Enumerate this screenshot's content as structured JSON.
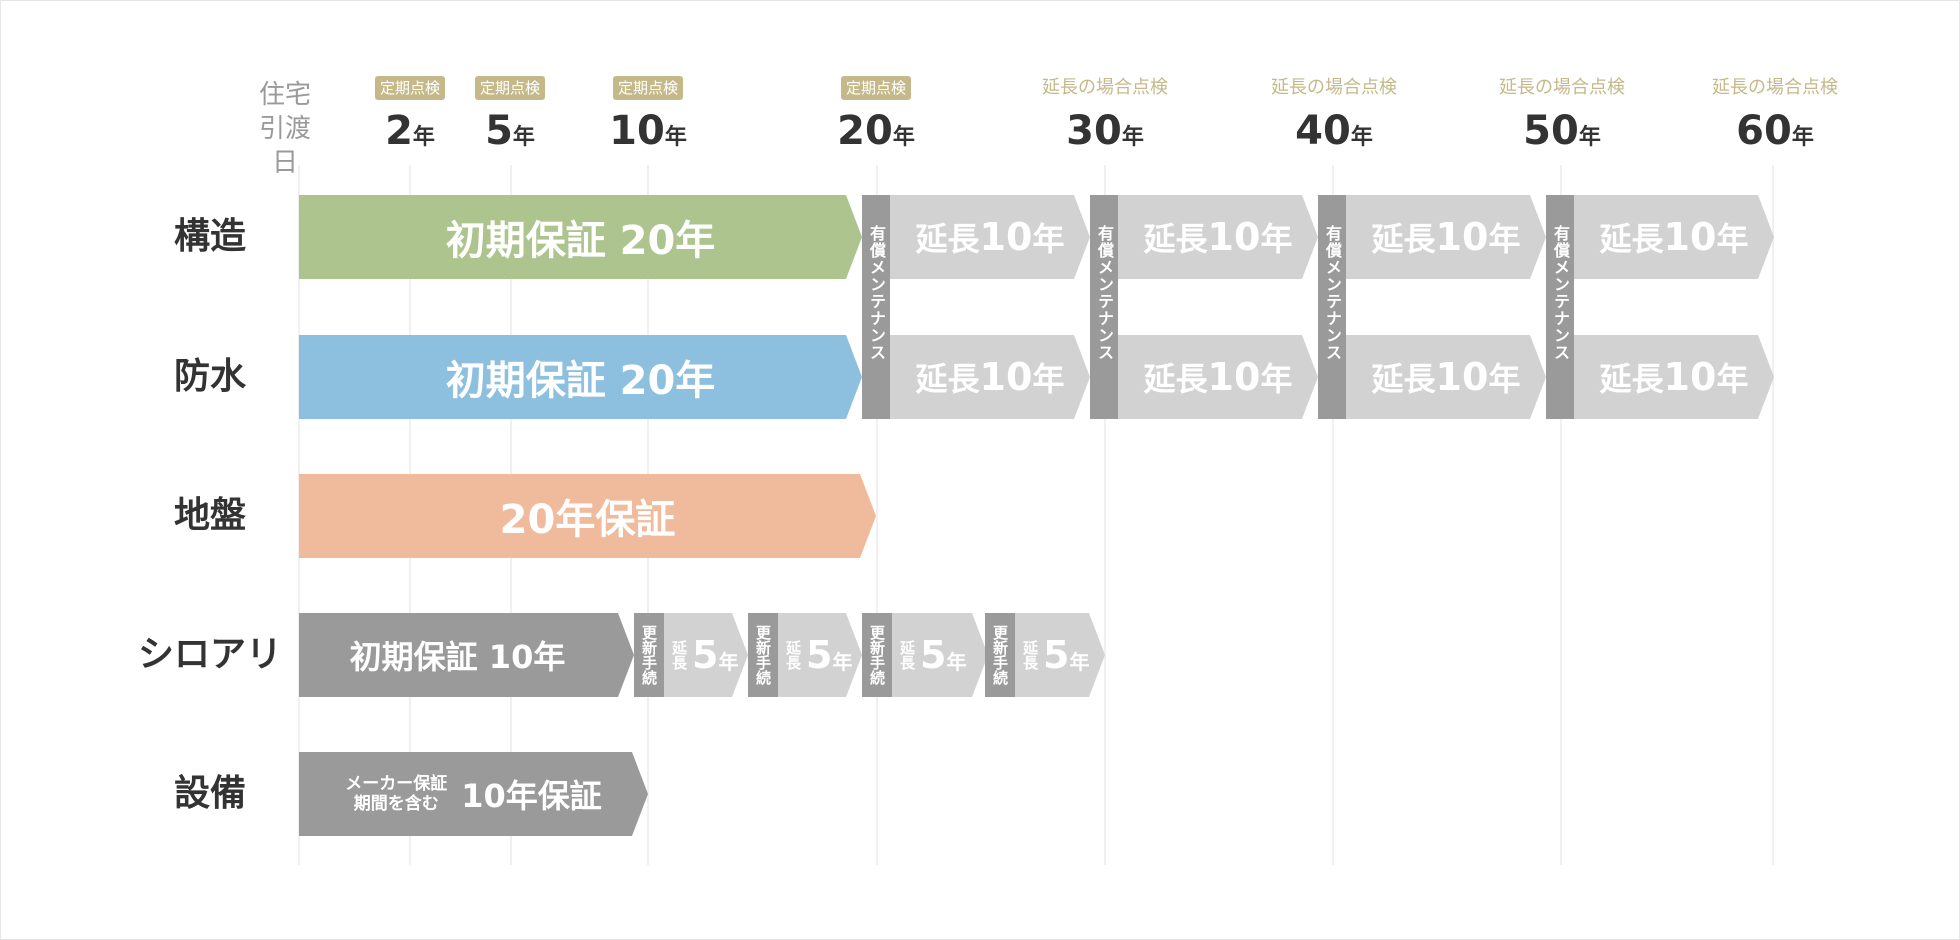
{
  "header": {
    "home_line1": "住宅",
    "home_line2": "引渡日",
    "years": [
      {
        "num": "2",
        "unit": "年",
        "tag": "定期点検",
        "kind": "tag"
      },
      {
        "num": "5",
        "unit": "年",
        "tag": "定期点検",
        "kind": "tag"
      },
      {
        "num": "10",
        "unit": "年",
        "tag": "定期点検",
        "kind": "tag"
      },
      {
        "num": "20",
        "unit": "年",
        "tag": "定期点検",
        "kind": "tag"
      },
      {
        "num": "30",
        "unit": "年",
        "tag": "延長の場合点検",
        "kind": "note"
      },
      {
        "num": "40",
        "unit": "年",
        "tag": "延長の場合点検",
        "kind": "note"
      },
      {
        "num": "50",
        "unit": "年",
        "tag": "延長の場合点検",
        "kind": "note"
      },
      {
        "num": "60",
        "unit": "年",
        "tag": "延長の場合点検",
        "kind": "note"
      }
    ]
  },
  "rows": {
    "structure": {
      "label": "構造",
      "initial": "初期保証 20年"
    },
    "waterproof": {
      "label": "防水",
      "initial": "初期保証 20年"
    },
    "ground": {
      "label": "地盤",
      "initial": "20年保証"
    },
    "termite": {
      "label": "シロアリ",
      "initial": "初期保証 10年"
    },
    "equipment": {
      "label": "設備",
      "note_line1": "メーカー保証",
      "note_line2": "期間を含む",
      "initial": "10年保証"
    }
  },
  "extension_10": {
    "text": "延長",
    "num": "10",
    "unit": "年"
  },
  "maintenance": "有償メンテナンス",
  "renewal": "更新手続",
  "extension_5": {
    "label": "延長",
    "num": "5",
    "unit": "年"
  },
  "colors": {
    "structure": "#adc48e",
    "waterproof": "#8dbfdf",
    "ground": "#efbb9c",
    "termite": "#9a9a9a",
    "equipment": "#9a9a9a",
    "extension": "#d2d2d2",
    "tag": "#c5b98a"
  }
}
